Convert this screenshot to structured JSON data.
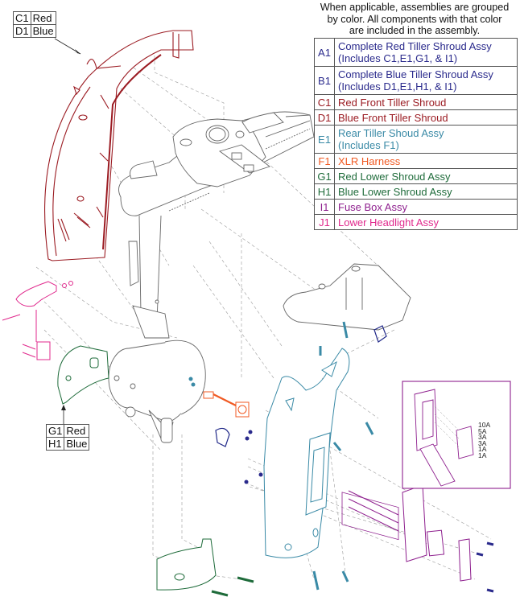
{
  "note": {
    "lines": [
      "When applicable, assemblies are grouped",
      "by color. All components with that color",
      "are included in the assembly."
    ]
  },
  "colors": {
    "red": "#9b1b22",
    "blue_text": "#2a2a8c",
    "teal": "#3a8aa6",
    "orange": "#f05a23",
    "green": "#1e6b3a",
    "purple": "#8e1f8e",
    "magenta": "#e0288c",
    "navy": "#232b8a",
    "grey_line": "#555555"
  },
  "legend": {
    "rows": [
      {
        "code": "A1",
        "label": "Complete Red Tiller Shroud Assy",
        "sub": "(Includes C1,E1,G1, & I1)",
        "color": "#2a2a8c"
      },
      {
        "code": "B1",
        "label": "Complete Blue Tiller Shroud Assy",
        "sub": "(Includes D1,E1,H1, & I1)",
        "color": "#2a2a8c"
      },
      {
        "code": "C1",
        "label": "Red Front Tiller Shroud",
        "sub": "",
        "color": "#9b1b22"
      },
      {
        "code": "D1",
        "label": "Blue Front Tiller Shroud",
        "sub": "",
        "color": "#9b1b22"
      },
      {
        "code": "E1",
        "label": "Rear Tiller Shoud Assy",
        "sub": "(Includes F1)",
        "color": "#3a8aa6"
      },
      {
        "code": "F1",
        "label": "XLR Harness",
        "sub": "",
        "color": "#f05a23"
      },
      {
        "code": "G1",
        "label": "Red Lower Shroud Assy",
        "sub": "",
        "color": "#1e6b3a"
      },
      {
        "code": "H1",
        "label": "Blue Lower Shroud Assy",
        "sub": "",
        "color": "#1e6b3a"
      },
      {
        "code": "I1",
        "label": "Fuse Box Assy",
        "sub": "",
        "color": "#8e1f8e"
      },
      {
        "code": "J1",
        "label": "Lower Headlight Assy",
        "sub": "",
        "color": "#e0288c"
      }
    ]
  },
  "callouts": {
    "front_shroud": [
      {
        "code": "C1",
        "label": "Red"
      },
      {
        "code": "D1",
        "label": "Blue"
      }
    ],
    "lower_shroud": [
      {
        "code": "G1",
        "label": "Red"
      },
      {
        "code": "H1",
        "label": "Blue"
      }
    ]
  },
  "fuse_ratings": [
    "10A",
    "5A",
    "3A",
    "3A",
    "1A",
    "1A"
  ]
}
